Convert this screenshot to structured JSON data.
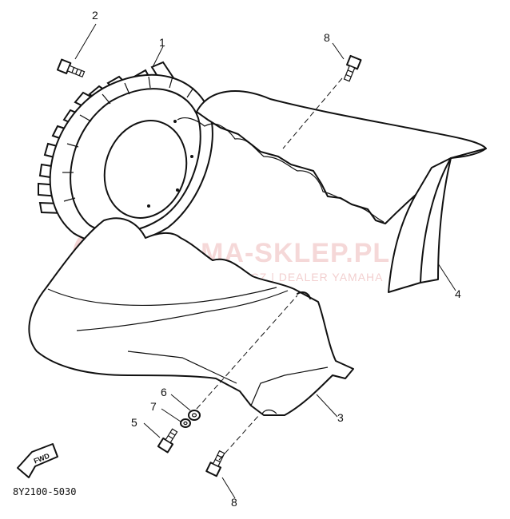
{
  "diagram": {
    "part_numbers": {
      "p1": "1",
      "p2": "2",
      "p3": "3",
      "p4": "4",
      "p5": "5",
      "p6": "6",
      "p7": "7",
      "p8_top": "8",
      "p8_bottom": "8"
    },
    "direction_badge": "FWD",
    "reference_code": "8Y2100-5030"
  },
  "watermark": {
    "title": "YAMA-SKLEP.PL",
    "subtitle": "WOJCIECHOWICZ | DEALER YAMAHA",
    "color": "#e9a9a9"
  }
}
